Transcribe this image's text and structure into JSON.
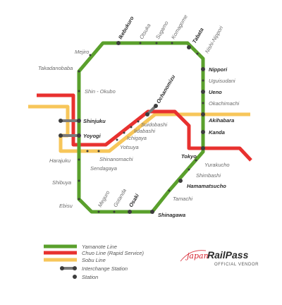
{
  "colors": {
    "yamanote": "#5aa02c",
    "chuo": "#e8312f",
    "sobu": "#f7c65a",
    "interchange": "#7a7a7a",
    "station": "#3d3d3d",
    "brand_red": "#d6232f",
    "brand_dark": "#2b2b2b"
  },
  "stations": {
    "ikebukuro": "Ikebukuro",
    "otsuka": "Otsuka",
    "sugamo": "Sugamo",
    "komagome": "Komagome",
    "tabata": "Tabata",
    "nishi_nippori": "Nishi-Nippori",
    "nippori": "Nippori",
    "uguisudani": "Uguisudani",
    "ueno": "Ueno",
    "okachimachi": "Okachimachi",
    "akihabara": "Akihabara",
    "kanda": "Kanda",
    "tokyo": "Tokyo",
    "yurakucho": "Yurakucho",
    "shimbashi": "Shimbashi",
    "hamamatsucho": "Hamamatsucho",
    "tamachi": "Tamachi",
    "shinagawa": "Shinagawa",
    "osaki": "Osaki",
    "gotanda": "Gotanda",
    "meguro": "Meguro",
    "ebisu": "Ebisu",
    "shibuya": "Shibuya",
    "harajuku": "Harajuku",
    "yoyogi": "Yoyogi",
    "shinjuku": "Shinjuku",
    "shin_okubo": "Shin - Okubo",
    "takadanobaba": "Takadanobaba",
    "mejiro": "Mejiro",
    "ochanomizu": "Ochanomizu",
    "suidobashi": "Suidobashi",
    "iidabashi": "Iidabashi",
    "ichigaya": "Ichigaya",
    "yotsuya": "Yotsuya",
    "shinanomachi": "Shinanomachi",
    "sendagaya": "Sendagaya"
  },
  "legend": {
    "yamanote": "Yamanote Line",
    "chuo": "Chuo Line (Rapid Service)",
    "sobu": "Sobu Line",
    "interchange": "Interchange Station",
    "station": "Station"
  },
  "brand": {
    "script": "japan",
    "name": "RailPass",
    "tagline": "OFFICIAL VENDOR"
  }
}
